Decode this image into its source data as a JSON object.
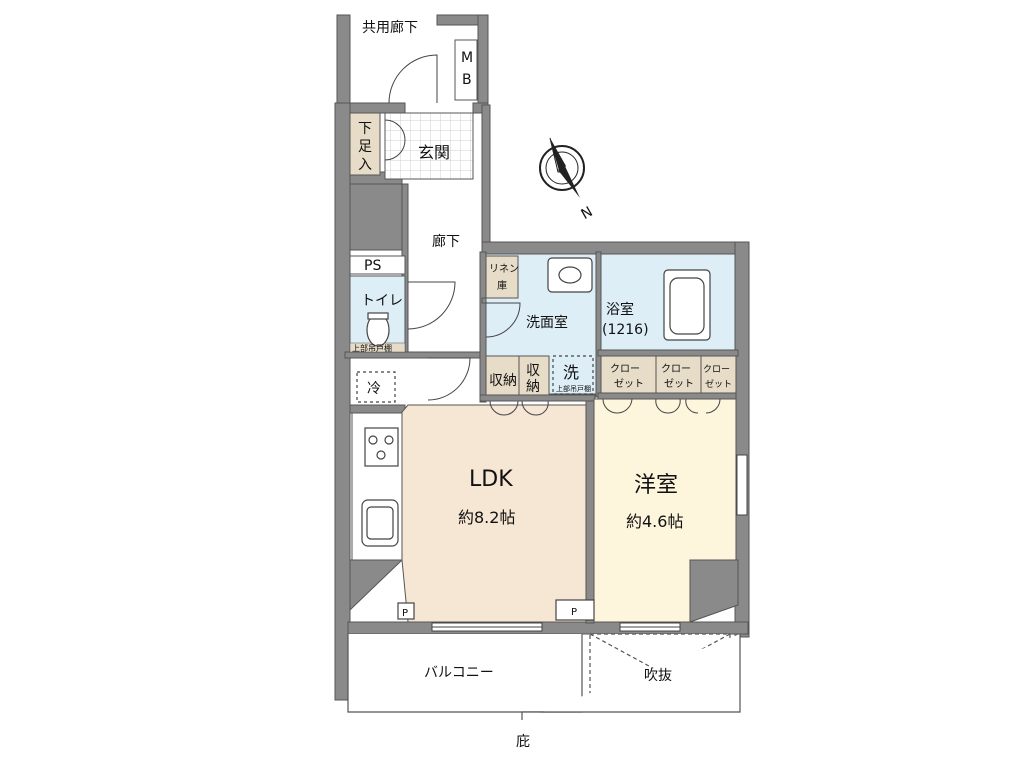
{
  "labels": {
    "common_corridor": "共用廊下",
    "mb": [
      "M",
      "B"
    ],
    "shoe_box": [
      "下",
      "足",
      "入"
    ],
    "entrance": "玄関",
    "corridor": "廊下",
    "ps": "PS",
    "linen": [
      "リネン",
      "庫"
    ],
    "toilet": "トイレ",
    "upper_shelf": "上部吊戸棚",
    "washroom": "洗面室",
    "bath": "浴室",
    "bath_size": "(1216)",
    "storage_1": [
      "収",
      "納"
    ],
    "storage_2": [
      "収",
      "納"
    ],
    "washer": "洗",
    "washer_shelf": "上部吊戸棚",
    "closet": [
      "クロー",
      "ゼット"
    ],
    "fridge": "冷",
    "ldk": "LDK",
    "ldk_size": "約8.2帖",
    "western_room": "洋室",
    "western_size": "約4.6帖",
    "p_mark": "P",
    "balcony": "バルコニー",
    "void": "吹抜",
    "eaves": "庇"
  },
  "compass": {
    "north": "N"
  },
  "colors": {
    "wall": "#8a8a8a",
    "ldk_floor": "#f6e6d4",
    "western_floor": "#fdf5dc",
    "wet_floor": "#ddeef6",
    "storage_floor": "#e6dcc8",
    "corridor_floor": "#ffffff"
  }
}
